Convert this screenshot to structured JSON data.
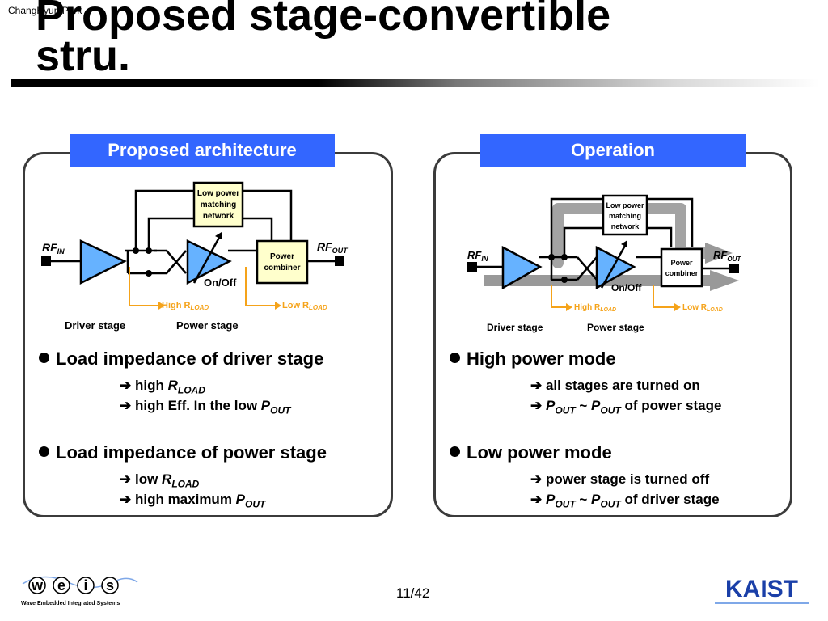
{
  "header": {
    "author": "ChangHyun Park",
    "title": "Proposed stage-convertible stru."
  },
  "left_panel": {
    "heading": "Proposed architecture",
    "diagram": {
      "box_matching": [
        "Low power",
        "matching",
        "network"
      ],
      "box_combiner": [
        "Power",
        "combiner"
      ],
      "rf_in": "RF",
      "rf_in_sub": "IN",
      "rf_out": "RF",
      "rf_out_sub": "OUT",
      "onoff": "On/Off",
      "high_rload": "High R",
      "low_rload": "Low R",
      "rload_sub": "LOAD",
      "driver_stage": "Driver stage",
      "power_stage": "Power stage"
    },
    "bullets": [
      {
        "text": "Load impedance of driver stage",
        "lines": [
          {
            "prefix": "➔ high ",
            "var": "R",
            "sub": "LOAD",
            "suffix": ""
          },
          {
            "prefix": "➔ high Eff. In the low ",
            "var": "P",
            "sub": "OUT",
            "suffix": ""
          }
        ]
      },
      {
        "text": "Load impedance of power stage",
        "lines": [
          {
            "prefix": "➔ low ",
            "var": "R",
            "sub": "LOAD",
            "suffix": ""
          },
          {
            "prefix": "➔ high maximum ",
            "var": "P",
            "sub": "OUT",
            "suffix": ""
          }
        ]
      }
    ]
  },
  "right_panel": {
    "heading": "Operation",
    "diagram": {
      "box_matching": [
        "Low power",
        "matching",
        "network"
      ],
      "box_combiner": [
        "Power",
        "combiner"
      ],
      "rf_in": "RF",
      "rf_in_sub": "IN",
      "rf_out": "RF",
      "rf_out_sub": "OUT",
      "onoff": "On/Off",
      "high_rload": "High R",
      "low_rload": "Low R",
      "rload_sub": "LOAD",
      "driver_stage": "Driver stage",
      "power_stage": "Power stage"
    },
    "bullets": [
      {
        "text": "High power mode",
        "lines": [
          {
            "text": "➔ all stages are turned on"
          },
          {
            "p1": "P",
            "s1": "OUT",
            "mid": " ~ ",
            "p2": "P",
            "s2": "OUT",
            "tail": " of power stage"
          }
        ]
      },
      {
        "text": "Low power mode",
        "lines": [
          {
            "text": "➔ power stage is turned off"
          },
          {
            "p1": "P",
            "s1": "OUT",
            "mid": " ~ ",
            "p2": "P",
            "s2": "OUT",
            "tail": " of driver stage"
          }
        ]
      }
    ]
  },
  "footer": {
    "page": "11/42",
    "logo_left_letters": [
      "w",
      "e",
      "i",
      "s"
    ],
    "logo_left_caption": "Wave  Embedded  Integrated  Systems",
    "logo_right": "KAIST"
  },
  "colors": {
    "accent_blue": "#3366ff",
    "amp_fill": "#66b2ff",
    "box_fill": "#ffffcc",
    "orange": "#f5a31a",
    "gray_path": "#999999"
  }
}
